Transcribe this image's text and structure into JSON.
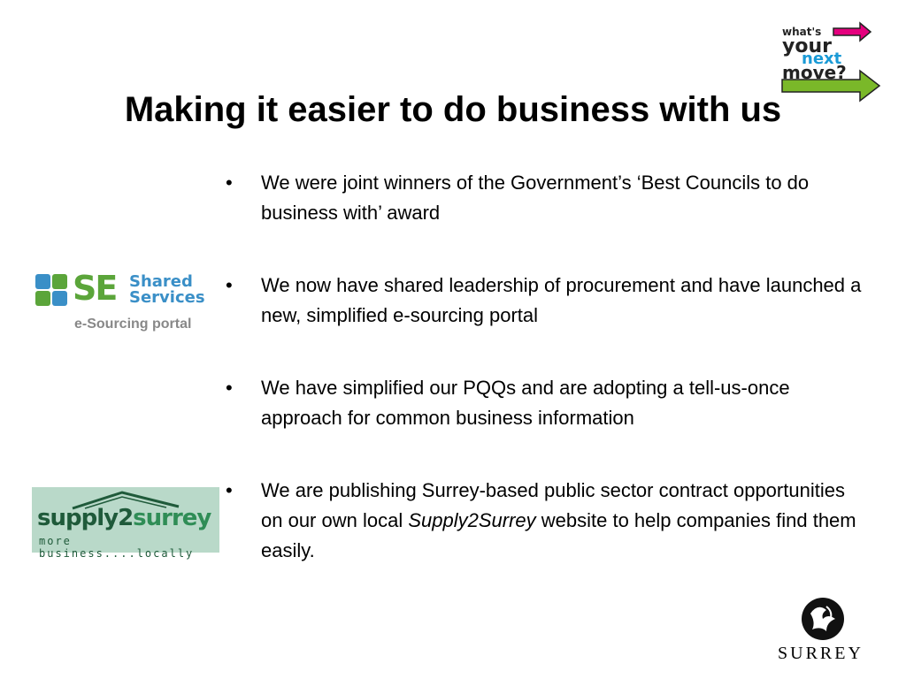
{
  "slide": {
    "title": "Making it easier to do business with us",
    "bullets": [
      {
        "text": "We were joint winners of the Government’s ‘Best Councils to do business with’ award"
      },
      {
        "text": "We now have shared leadership of procurement and have launched a new, simplified e-sourcing portal"
      },
      {
        "text": "We have simplified our PQQs and are adopting a tell-us-once approach for common business information"
      },
      {
        "before": "We are publishing Surrey-based public sector contract opportunities on our own local ",
        "emph": "Supply2Surrey",
        "after": " website to help companies find them easily."
      }
    ],
    "bullet_glyph": "•"
  },
  "logos": {
    "wynm": {
      "line1": "what's",
      "line2": "your",
      "line3": "next",
      "line4": "move?",
      "colors": {
        "pink": "#e5007e",
        "green": "#7ab829",
        "blue": "#1a9ad6"
      }
    },
    "se": {
      "letters": "SE",
      "line1": "Shared",
      "line2": "Services",
      "subtitle": "e-Sourcing portal"
    },
    "s2s": {
      "part1": "supply2",
      "part2": "surrey",
      "tagline": "more business....locally"
    },
    "surrey": {
      "word": "SURREY"
    }
  }
}
